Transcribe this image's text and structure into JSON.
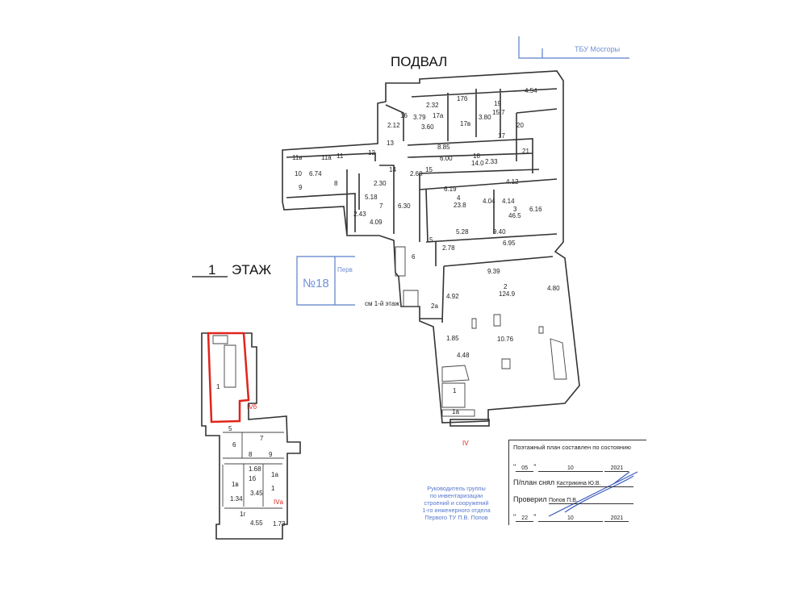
{
  "titles": {
    "basement": "ПОДВАЛ",
    "floor_number": "1",
    "floor_word": "ЭТАЖ"
  },
  "top_stamp": {
    "text": "ТБУ Мосгоры"
  },
  "left_stamp": {
    "number": "№18",
    "text": "Перв"
  },
  "note": "см 1-й этаж",
  "basement_labels": [
    "4.54",
    "2.32",
    "17б",
    "17а",
    "19",
    "15.7",
    "2.12",
    "16",
    "3.79",
    "3.60",
    "17в",
    "3.80",
    "20",
    "17",
    "21",
    "11в",
    "11а",
    "11",
    "12",
    "13",
    "8.85",
    "18",
    "14.0",
    "2.33",
    "15",
    "6.00",
    "2.60",
    "14",
    "10",
    "6.74",
    "8",
    "9",
    "2.30",
    "5.18",
    "7",
    "6.30",
    "2.43",
    "4.09",
    "6.19",
    "4",
    "23.8",
    "4.04",
    "4.14",
    "4.12",
    "3",
    "46.5",
    "6.16",
    "5",
    "2.78",
    "5.28",
    "9.40",
    "6.95",
    "6",
    "9.39",
    "2",
    "124.9",
    "4.80",
    "4.92",
    "2а",
    "1.85",
    "10.76",
    "4.48",
    "1",
    "1а",
    "IV"
  ],
  "floor1_labels": [
    "1",
    "IVб",
    "5",
    "6",
    "7",
    "8",
    "9",
    "1.68",
    "1в",
    "1б",
    "1а",
    "1",
    "3.45",
    "1.34",
    "IVа",
    "1г",
    "4.55",
    "1.73"
  ],
  "blue_stamp": {
    "lines": [
      "Руководитель группы",
      "по инвентаризации",
      "строений и сооружений",
      "1-го инженерного отдела",
      "Первого ТУ П.В. Попов"
    ]
  },
  "signoff": {
    "heading": "Поэтажный план составлен по состоянию",
    "date1": {
      "day": "05",
      "month": "10",
      "year": "2021"
    },
    "drawn_by_label": "П/план снял",
    "drawn_by": "Кастрикина Ю.В.",
    "checked_label": "Проверил",
    "checked_by": "Попов П.В.",
    "date2": {
      "day": "22",
      "month": "10",
      "year": "2021"
    }
  }
}
